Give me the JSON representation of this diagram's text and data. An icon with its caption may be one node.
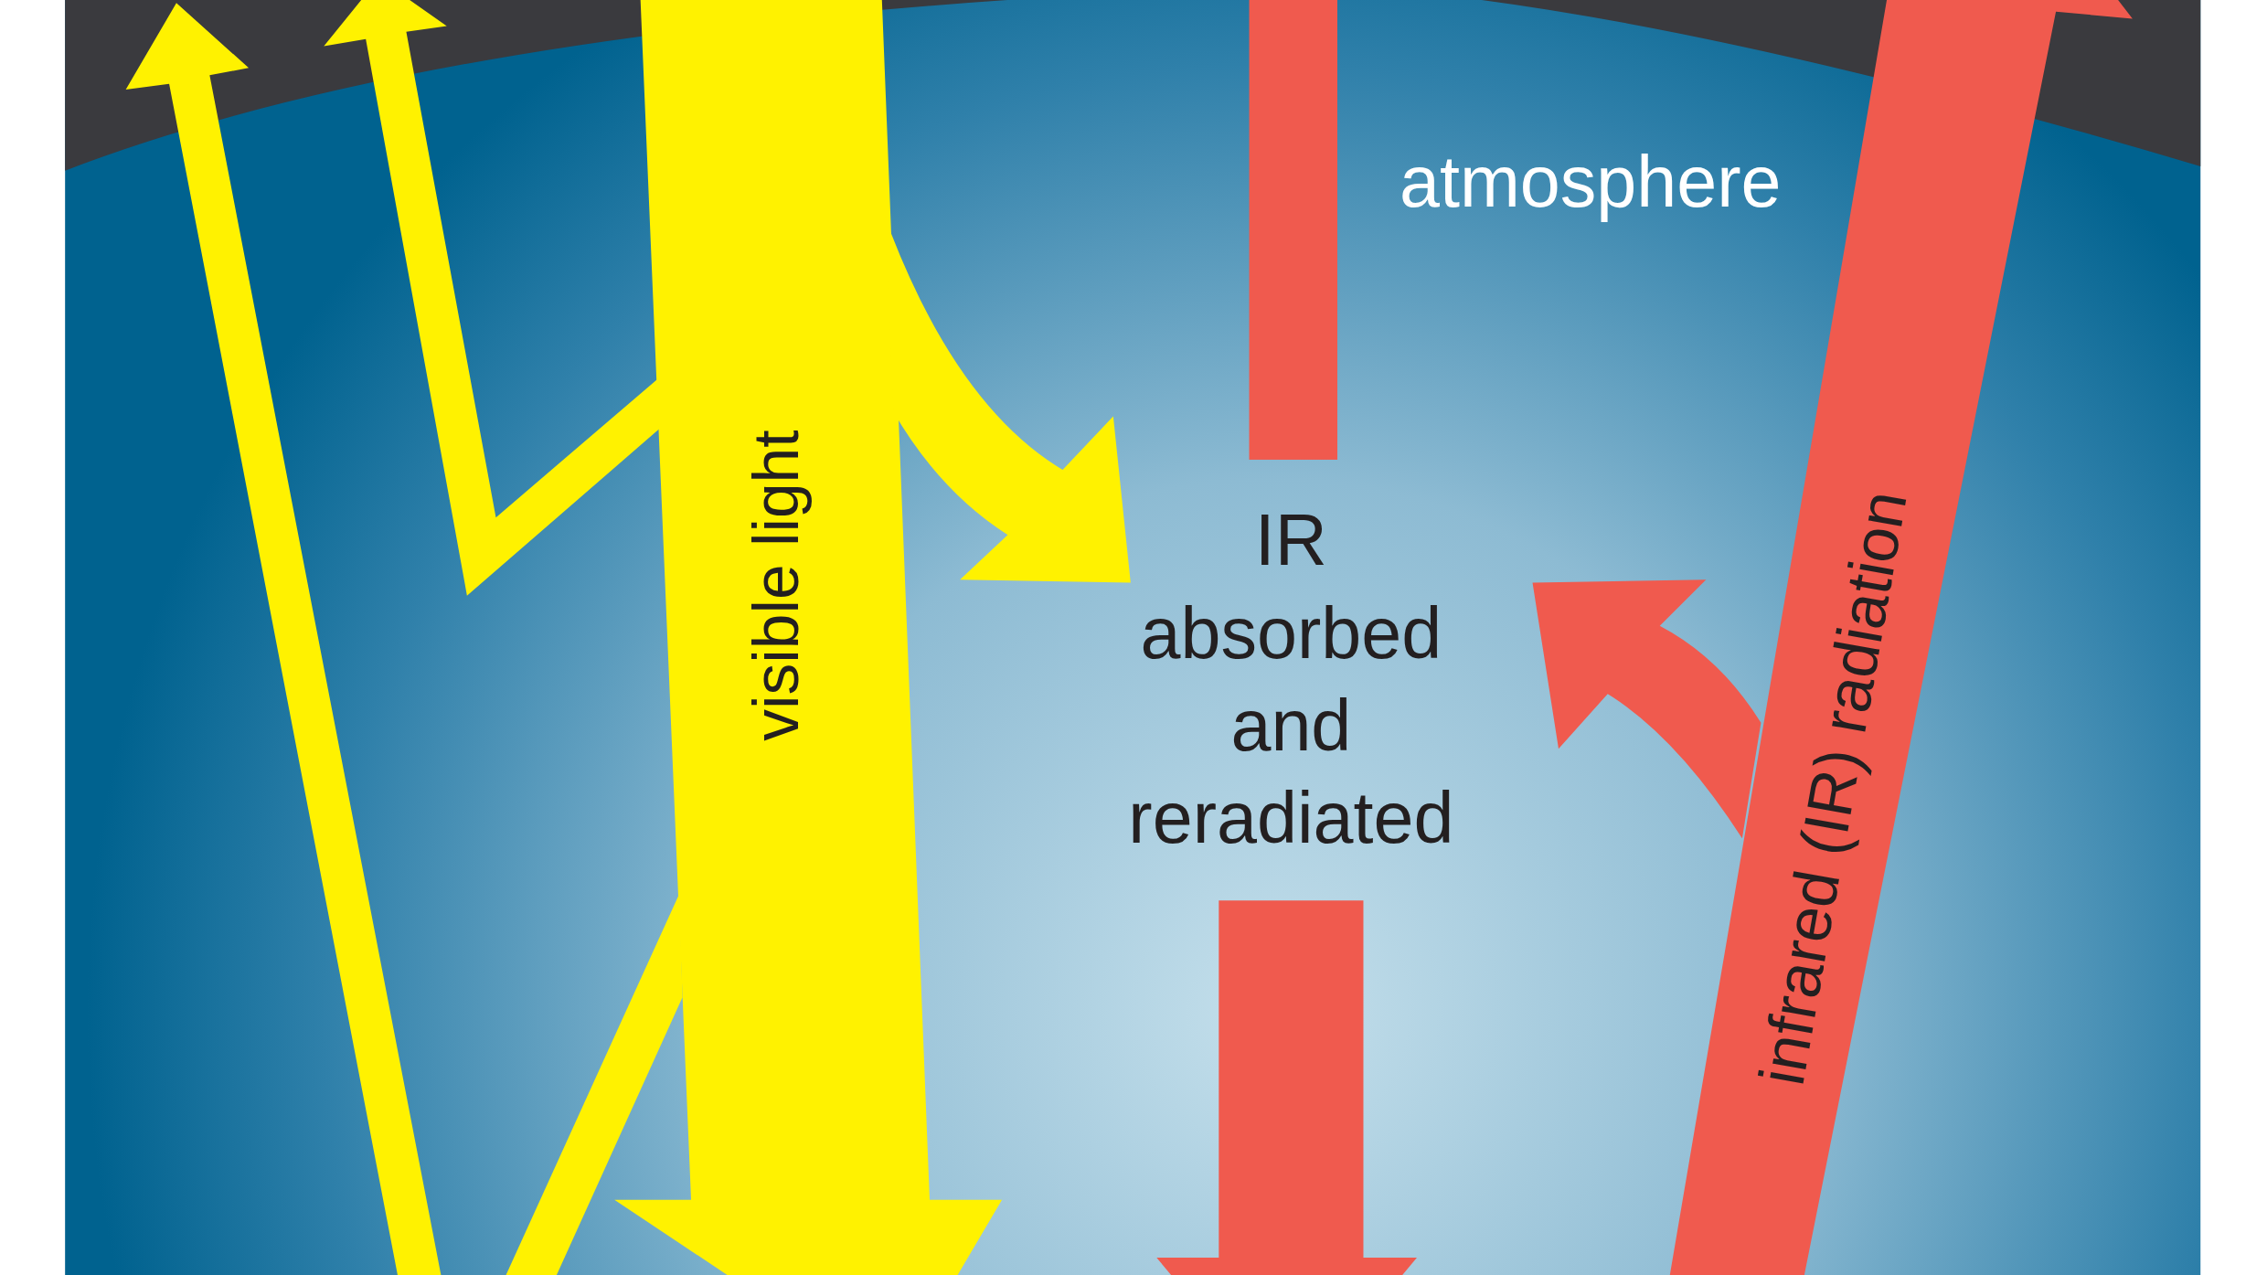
{
  "diagram": {
    "labels": [
      "atmosphere",
      "visible light",
      "IR absorbed and reradiated",
      "infrared (IR) radiation"
    ]
  }
}
